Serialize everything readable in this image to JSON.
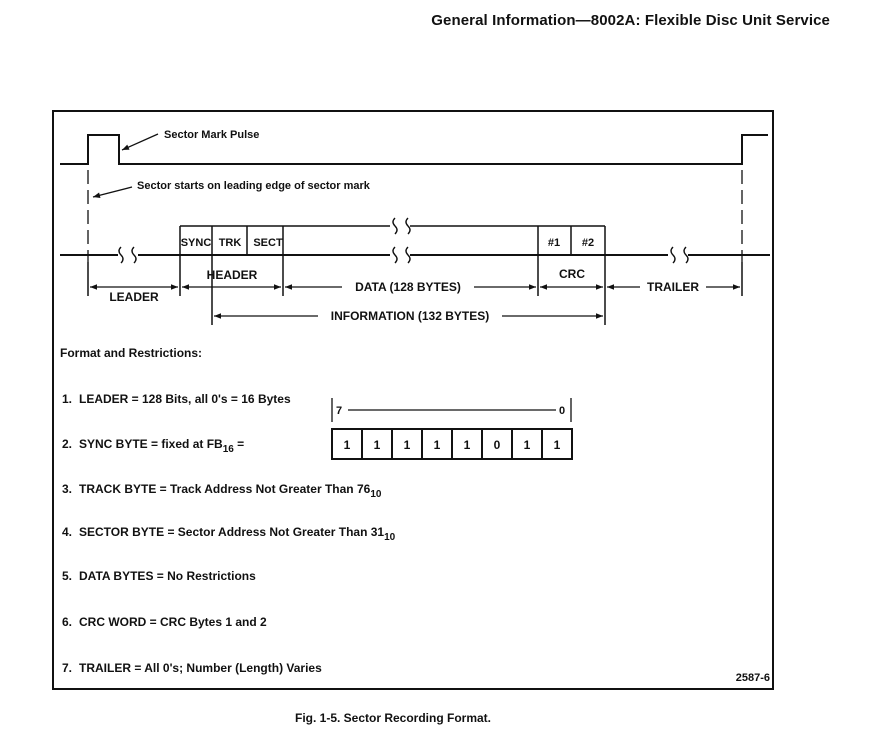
{
  "page_header": "General Information—8002A: Flexible Disc Unit Service",
  "diagram": {
    "sector_mark_pulse": "Sector Mark Pulse",
    "sector_start_note": "Sector starts on leading edge of sector mark",
    "fields": {
      "sync": "SYNC",
      "trk": "TRK",
      "sect": "SECT",
      "crc1": "#1",
      "crc2": "#2"
    },
    "spans": {
      "leader": "LEADER",
      "header": "HEADER",
      "data": "DATA (128 BYTES)",
      "crc": "CRC",
      "trailer": "TRAILER",
      "information": "INFORMATION (132 BYTES)"
    }
  },
  "restrictions": {
    "title": "Format and Restrictions:",
    "items": [
      {
        "num": "1.",
        "text": "LEADER = 128 Bits, all 0's = 16 Bytes"
      },
      {
        "num": "2.",
        "text": "SYNC BYTE = fixed at FB",
        "sub": "16",
        "tail": " ="
      },
      {
        "num": "3.",
        "text": "TRACK BYTE = Track Address Not Greater Than 76",
        "sub": "10"
      },
      {
        "num": "4.",
        "text": "SECTOR BYTE = Sector Address Not Greater Than 31",
        "sub": "10"
      },
      {
        "num": "5.",
        "text": "DATA BYTES = No Restrictions"
      },
      {
        "num": "6.",
        "text": "CRC WORD = CRC Bytes 1 and 2"
      },
      {
        "num": "7.",
        "text": "TRAILER = All 0's;  Number (Length) Varies"
      }
    ]
  },
  "sync_byte": {
    "msb_label": "7",
    "lsb_label": "0",
    "bits": [
      "1",
      "1",
      "1",
      "1",
      "1",
      "0",
      "1",
      "1"
    ]
  },
  "figure_id": "2587-6",
  "caption": "Fig. 1-5. Sector Recording Format."
}
